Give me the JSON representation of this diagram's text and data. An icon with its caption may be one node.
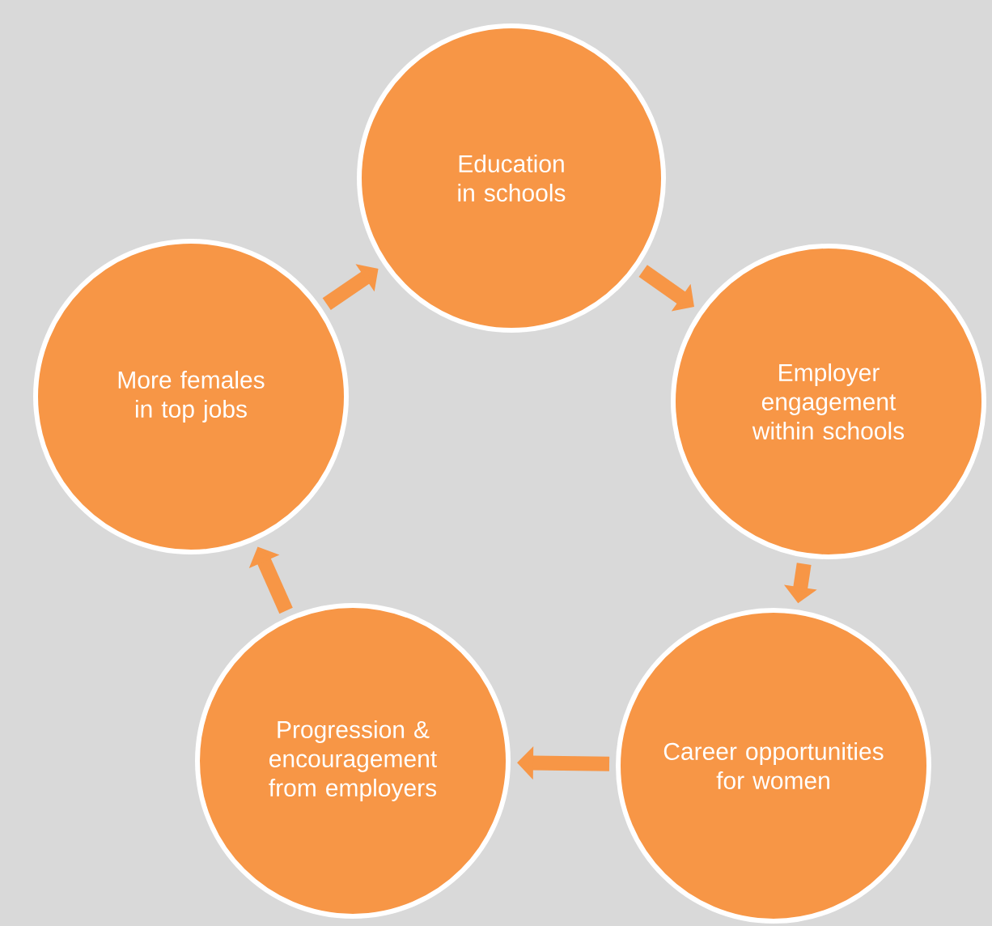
{
  "diagram": {
    "nodes": [
      {
        "text": [
          "Education in schools"
        ]
      },
      {
        "text": [
          "Employer engagement within schools"
        ]
      },
      {
        "text": [
          "Career opportunities for women"
        ]
      },
      {
        "text": [
          "Progression & encouragement from employers"
        ]
      },
      {
        "text": [
          "More females in top jobs"
        ]
      }
    ],
    "edges": [
      {
        "from": 0,
        "to": 1,
        "arrow": "to"
      },
      {
        "from": 1,
        "to": 2,
        "arrow": "to"
      },
      {
        "from": 2,
        "to": 3,
        "arrow": "to"
      },
      {
        "from": 3,
        "to": 4,
        "arrow": "to"
      },
      {
        "from": 4,
        "to": 0,
        "arrow": "to"
      }
    ]
  }
}
